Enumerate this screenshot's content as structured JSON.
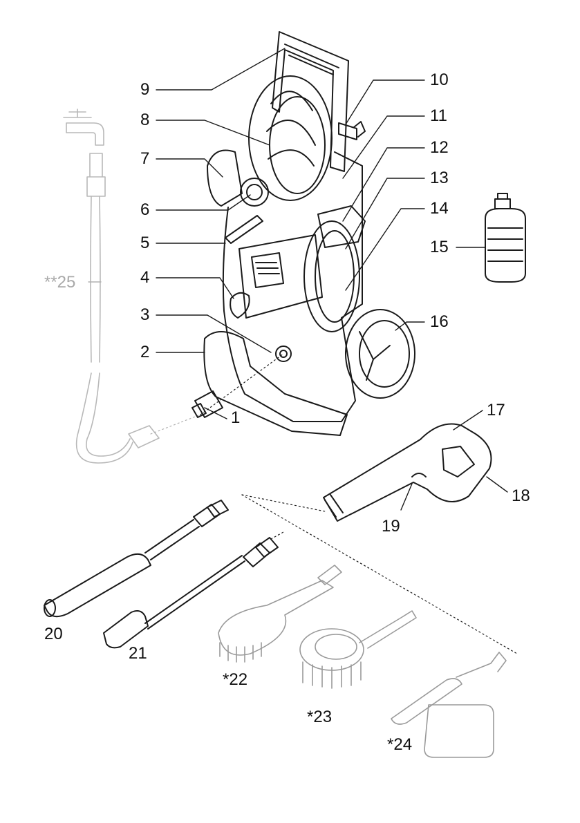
{
  "labels": {
    "l1": "1",
    "l2": "2",
    "l3": "3",
    "l4": "4",
    "l5": "5",
    "l6": "6",
    "l7": "7",
    "l8": "8",
    "l9": "9",
    "l10": "10",
    "l11": "11",
    "l12": "12",
    "l13": "13",
    "l14": "14",
    "l15": "15",
    "l16": "16",
    "l17": "17",
    "l18": "18",
    "l19": "19",
    "l20": "20",
    "l21": "21",
    "l22": "*22",
    "l23": "*23",
    "l24": "*24",
    "l25": "**25"
  },
  "colors": {
    "line": "#1a1a1a",
    "optional_line": "#b0b0b0",
    "optional_text": "#a9a9a9"
  }
}
